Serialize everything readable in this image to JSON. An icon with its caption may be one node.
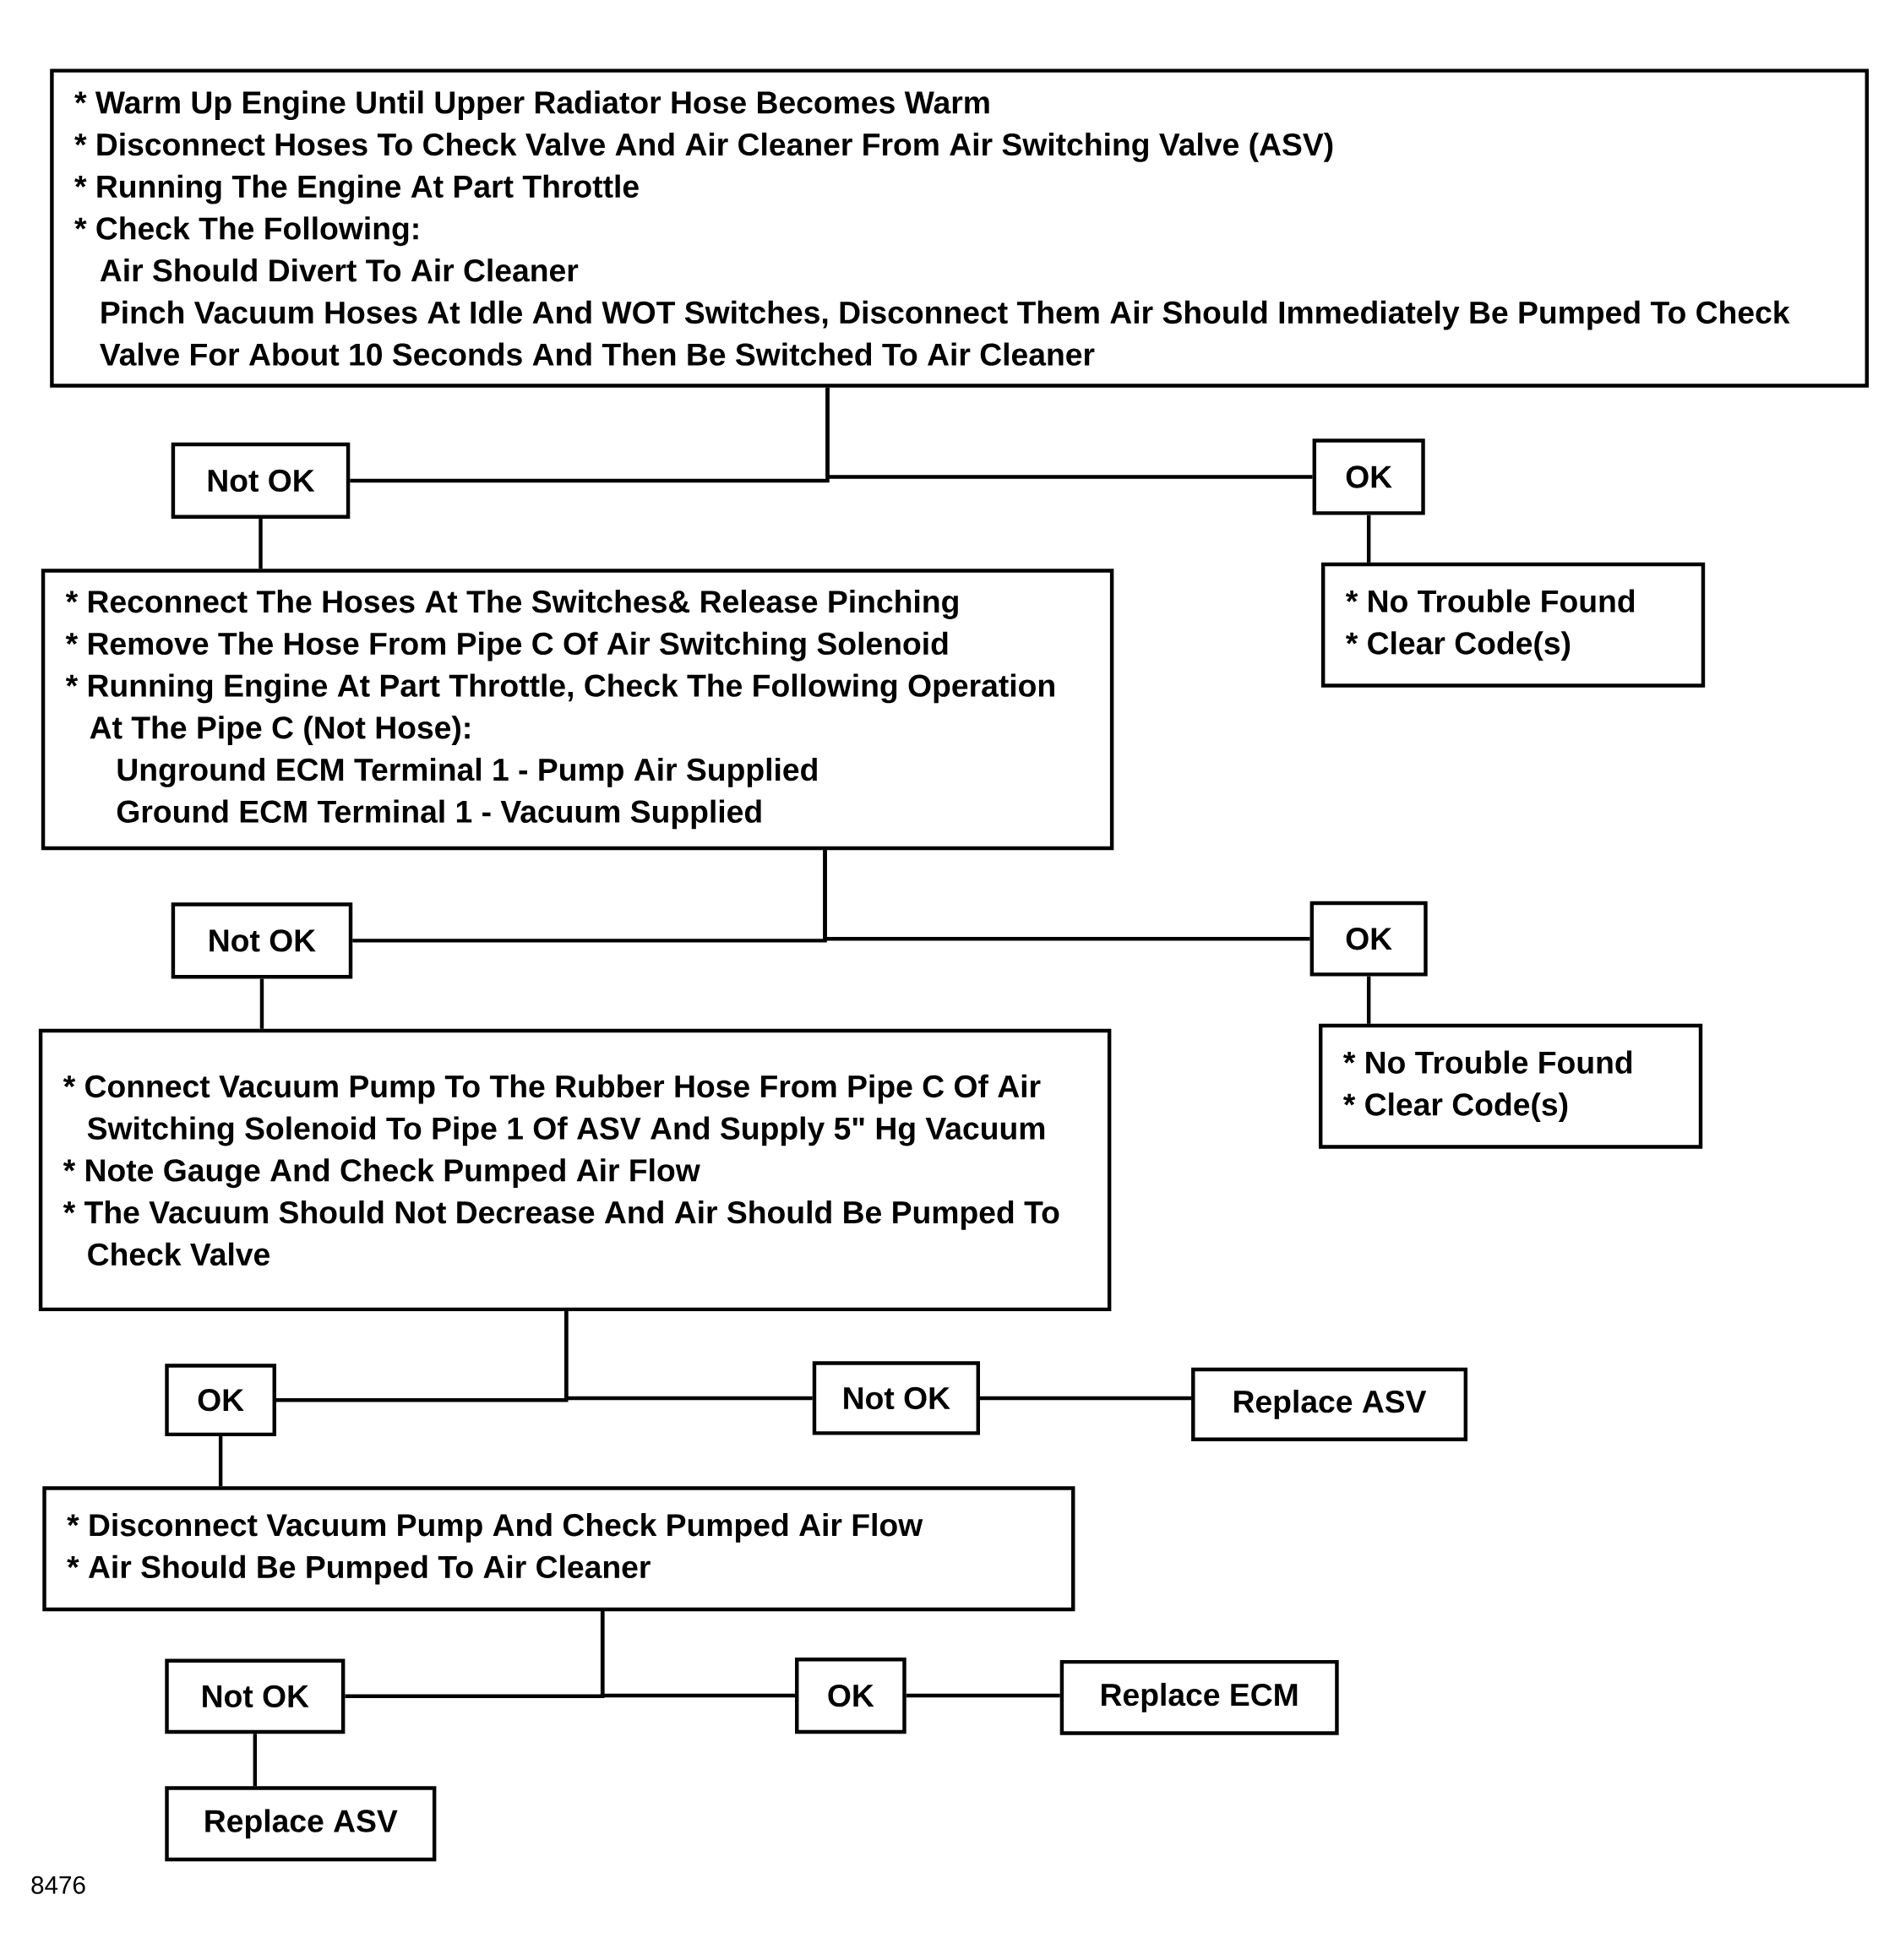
{
  "diagram": {
    "nodes": [
      {
        "text": [
          "* Warm Up Engine Until Upper Radiator Hose Becomes Warm",
          "* Disconnect Hoses To Check Valve And Air Cleaner From Air Switching Valve (ASV)",
          "* Running The Engine At Part Throttle",
          "* Check The Following:",
          "Air Should Divert To Air Cleaner",
          "Pinch Vacuum Hoses At Idle And WOT Switches, Disconnect Them Air Should Immediately Be Pumped To Check Valve For About 10 Seconds And Then Be Switched To Air Cleaner"
        ]
      },
      {
        "text": [
          "Not OK"
        ]
      },
      {
        "text": [
          "OK"
        ]
      },
      {
        "text": [
          "* Reconnect The Hoses At The Switches& Release Pinching",
          "* Remove The Hose From Pipe C Of Air Switching Solenoid",
          "* Running Engine At Part Throttle, Check The Following Operation At The Pipe C (Not Hose):",
          "Unground ECM Terminal 1 - Pump Air Supplied",
          "Ground ECM Terminal 1 - Vacuum Supplied"
        ]
      },
      {
        "text": [
          "* No Trouble Found",
          "* Clear Code(s)"
        ]
      },
      {
        "text": [
          "Not OK"
        ]
      },
      {
        "text": [
          "OK"
        ]
      },
      {
        "text": [
          "* Connect Vacuum Pump To The Rubber Hose From Pipe C Of Air Switching Solenoid To Pipe 1 Of ASV And Supply 5\" Hg Vacuum",
          "* Note Gauge And Check Pumped Air Flow",
          "* The Vacuum Should Not Decrease And Air Should Be Pumped To Check Valve"
        ]
      },
      {
        "text": [
          "* No Trouble Found",
          "* Clear Code(s)"
        ]
      },
      {
        "text": [
          "OK"
        ]
      },
      {
        "text": [
          "Not OK"
        ]
      },
      {
        "text": [
          "Replace ASV"
        ]
      },
      {
        "text": [
          "* Disconnect Vacuum Pump And Check Pumped Air Flow",
          "* Air Should Be Pumped To Air Cleaner"
        ]
      },
      {
        "text": [
          "Not OK"
        ]
      },
      {
        "text": [
          "OK"
        ]
      },
      {
        "text": [
          "Replace ECM"
        ]
      },
      {
        "text": [
          "Replace ASV"
        ]
      }
    ],
    "edges": [
      {
        "from": 0,
        "to": 1,
        "arrow": "none"
      },
      {
        "from": 0,
        "to": 2,
        "arrow": "none"
      },
      {
        "from": 1,
        "to": 3,
        "arrow": "none"
      },
      {
        "from": 2,
        "to": 4,
        "arrow": "none"
      },
      {
        "from": 3,
        "to": 5,
        "arrow": "none"
      },
      {
        "from": 3,
        "to": 6,
        "arrow": "none"
      },
      {
        "from": 5,
        "to": 7,
        "arrow": "none"
      },
      {
        "from": 6,
        "to": 8,
        "arrow": "none"
      },
      {
        "from": 7,
        "to": 9,
        "arrow": "none"
      },
      {
        "from": 7,
        "to": 10,
        "arrow": "none"
      },
      {
        "from": 9,
        "to": 12,
        "arrow": "none"
      },
      {
        "from": 10,
        "to": 11,
        "arrow": "none"
      },
      {
        "from": 12,
        "to": 13,
        "arrow": "none"
      },
      {
        "from": 12,
        "to": 14,
        "arrow": "none"
      },
      {
        "from": 13,
        "to": 16,
        "arrow": "none"
      },
      {
        "from": 14,
        "to": 15,
        "arrow": "none"
      }
    ],
    "labels": [
      "8476"
    ]
  }
}
